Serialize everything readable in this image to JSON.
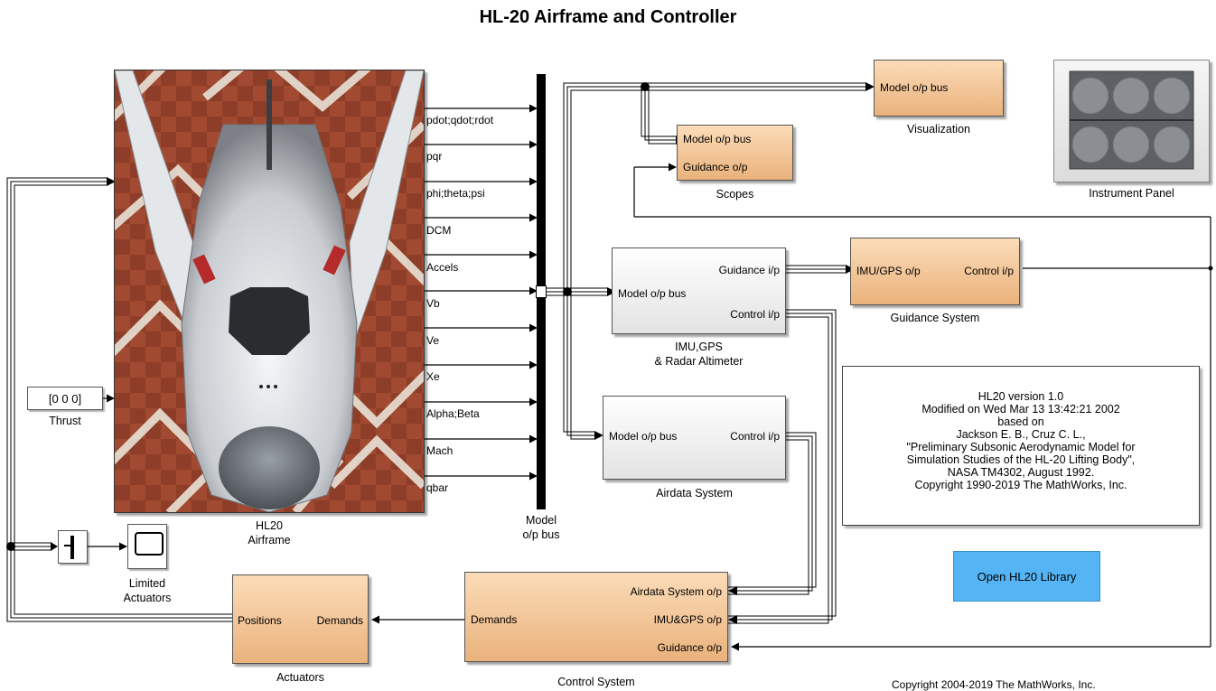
{
  "title": "HL-20 Airframe and Controller",
  "airframe": {
    "caption_line1": "HL20",
    "caption_line2": "Airframe",
    "outputs": [
      "pdot;qdot;rdot",
      "pqr",
      "phi;theta;psi",
      "DCM",
      "Accels",
      "Vb",
      "Ve",
      "Xe",
      "Alpha;Beta",
      "Mach",
      "qbar"
    ]
  },
  "thrust": {
    "value": "[0 0 0]",
    "caption": "Thrust"
  },
  "bus_creator": {
    "caption_line1": "Model",
    "caption_line2": "o/p bus"
  },
  "scopes": {
    "in1": "Model o/p bus",
    "in2": "Guidance o/p",
    "caption": "Scopes"
  },
  "visualization": {
    "in1": "Model o/p  bus",
    "caption": "Visualization"
  },
  "instrument_panel": {
    "caption": "Instrument Panel"
  },
  "imu": {
    "in1": "Model o/p bus",
    "out1": "Guidance i/p",
    "out2": "Control i/p",
    "caption_line1": "IMU,GPS",
    "caption_line2": "& Radar Altimeter"
  },
  "guidance": {
    "in1": "IMU/GPS o/p",
    "out1": "Control i/p",
    "caption": "Guidance System"
  },
  "airdata": {
    "in1": "Model o/p bus",
    "out1": "Control i/p",
    "caption": "Airdata System"
  },
  "control": {
    "out1": "Demands",
    "in1": "Airdata System o/p",
    "in2": "IMU&GPS o/p",
    "in3": "Guidance o/p",
    "caption": "Control System"
  },
  "actuators": {
    "out1": "Positions",
    "in1": "Demands",
    "caption": "Actuators"
  },
  "limited_scope": {
    "caption_line1": "Limited",
    "caption_line2": "Actuators"
  },
  "note": {
    "lines": [
      "HL20 version 1.0",
      "Modified on Wed Mar 13 13:42:21 2002",
      "based on",
      "Jackson E. B., Cruz C. L.,",
      "\"Preliminary Subsonic Aerodynamic Model for",
      "Simulation Studies of the HL-20 Lifting Body\",",
      "NASA TM4302, August 1992.",
      "Copyright 1990-2019 The MathWorks, Inc."
    ]
  },
  "library_button": "Open HL20 Library",
  "copyright": "Copyright 2004-2019 The MathWorks, Inc.",
  "colors": {
    "subsystem": "#eab27c",
    "library_button": "#55b4f4",
    "bus_bar": "#000000"
  }
}
